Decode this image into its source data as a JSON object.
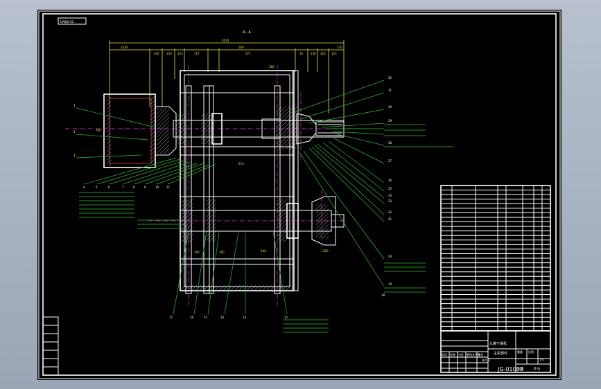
{
  "drawing": {
    "top_left_tag": "DA8JD-02",
    "section_label": "A - A",
    "dims_top": [
      "2010",
      "1430",
      "500",
      "400",
      "150",
      "125",
      "117",
      "571",
      "10",
      "130",
      "125",
      "125",
      "170"
    ],
    "dims_misc": [
      "700",
      "210",
      "190",
      "160",
      "440",
      "200",
      "380"
    ],
    "left_callouts": [
      "1",
      "2",
      "3",
      "4",
      "5",
      "6",
      "7",
      "8",
      "9",
      "10",
      "11"
    ],
    "right_callouts": [
      "32",
      "31",
      "30",
      "29",
      "28",
      "27",
      "26",
      "25",
      "24",
      "23",
      "22",
      "21",
      "20",
      "19",
      "18",
      "17",
      "16",
      "15",
      "14",
      "13",
      "12"
    ]
  },
  "title_block": {
    "machine_name": "九螺干燥机",
    "assembly_name": "主机部件",
    "drawing_number": "JG-01008",
    "small_labels": [
      "重量",
      "比例",
      "1:5",
      "共 张",
      "第 张"
    ],
    "revision_cols": [
      "标记",
      "处数",
      "分区",
      "更改文件号",
      "签名",
      "年月日"
    ]
  },
  "bom": {
    "rows": 32
  },
  "colors": {
    "background": "#000000",
    "line": "#ffffff",
    "yellow": "#e8e830",
    "cyan": "#3ad0d0",
    "magenta": "#e040e0",
    "red": "#e04040",
    "green": "#30c030"
  }
}
